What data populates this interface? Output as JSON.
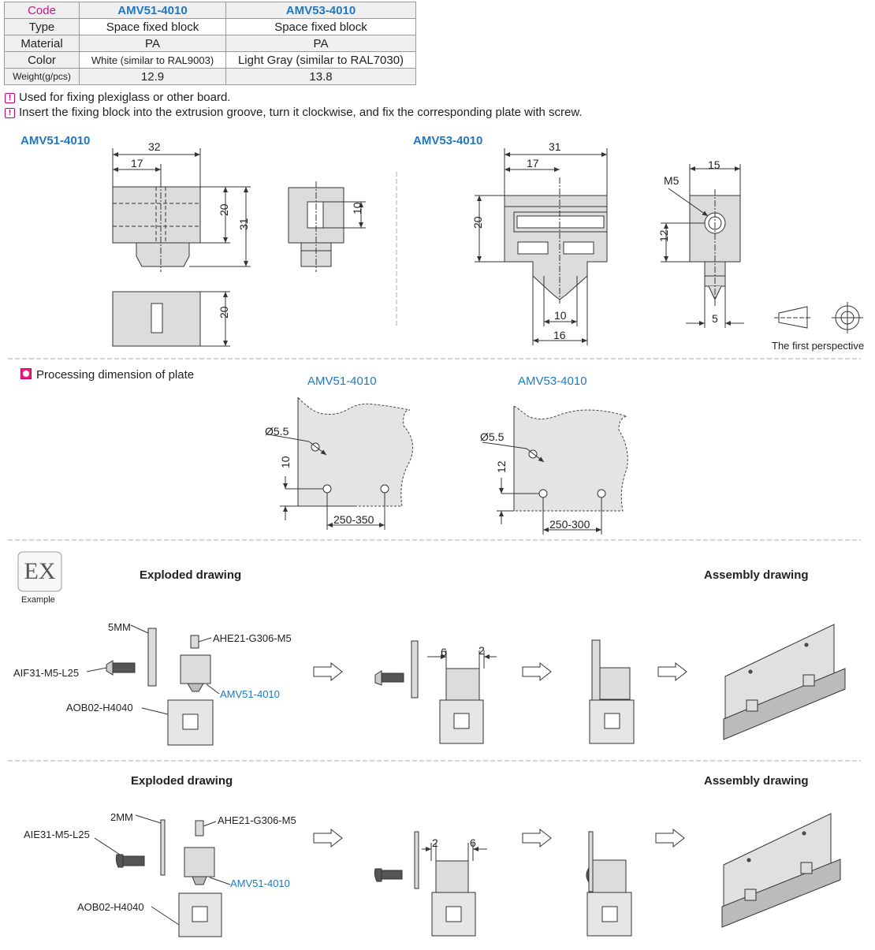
{
  "spec_table": {
    "header": {
      "label": "Code",
      "col1": "AMV51-4010",
      "col2": "AMV53-4010"
    },
    "rows": [
      {
        "label": "Type",
        "col1": "Space fixed block",
        "col2": "Space fixed block"
      },
      {
        "label": "Material",
        "col1": "PA",
        "col2": "PA"
      },
      {
        "label": "Color",
        "col1": "White (similar to RAL9003)",
        "col2": "Light Gray (similar to RAL7030)"
      },
      {
        "label": "Weight(g/pcs)",
        "col1": "12.9",
        "col2": "13.8"
      }
    ]
  },
  "notes": [
    "Used for fixing plexiglass or other board.",
    "Insert the fixing block into the extrusion groove, turn it clockwise, and fix the corresponding plate with screw."
  ],
  "drawing_titles": {
    "left": "AMV51-4010",
    "right": "AMV53-4010"
  },
  "dims_51": {
    "w": "32",
    "half": "17",
    "h20": "20",
    "h31": "31",
    "slot": "10",
    "bottom_h": "20"
  },
  "dims_53": {
    "w": "31",
    "half": "17",
    "h20": "20",
    "d10": "10",
    "d16": "16",
    "side_w": "15",
    "thread": "M5",
    "h12": "12",
    "d5": "5"
  },
  "perspective_label": "The first perspective",
  "processing": {
    "title": "Processing dimension of plate",
    "left": {
      "name": "AMV51-4010",
      "hole": "Ø5.5",
      "height": "10",
      "pitch": "250-350"
    },
    "right": {
      "name": "AMV53-4010",
      "hole": "Ø5.5",
      "height": "12",
      "pitch": "250-300"
    }
  },
  "example": {
    "badge": "EX",
    "badge_caption": "Example",
    "exploded_title": "Exploded drawing",
    "assembly_title": "Assembly drawing",
    "row1": {
      "plate": "5MM",
      "nut": "AHE21-G306-M5",
      "screw": "AIF31-M5-L25",
      "block": "AMV51-4010",
      "profile": "AOB02-H4040",
      "gap_a": "6",
      "gap_b": "2"
    },
    "row2": {
      "plate": "2MM",
      "nut": "AHE21-G306-M5",
      "screw": "AIE31-M5-L25",
      "block": "AMV51-4010",
      "profile": "AOB02-H4040",
      "gap_a": "2",
      "gap_b": "6"
    }
  },
  "colors": {
    "accent_blue": "#1f78c1",
    "code_magenta": "#c2188b",
    "part_gray": "#d9d9d9",
    "line": "#333333"
  }
}
